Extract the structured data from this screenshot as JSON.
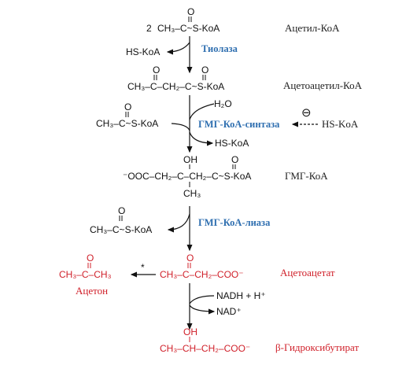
{
  "molecules": {
    "acetyl_coa": {
      "coef": "2",
      "formula": "CH₃–C~S-KoA",
      "carbonyl_o": "O",
      "label": "Ацетил-КоА"
    },
    "hs_coa_1": "HS-KoA",
    "enzyme_thiolase": "Тиолаза",
    "acetoacetyl_coa": {
      "formula": "CH₃–C–CH₂–C~S-KoA",
      "carbonyl_o": "O",
      "label": "Ацетоацетил-КоА"
    },
    "acetyl_coa_2": {
      "formula": "CH₃–C~S-KoA",
      "carbonyl_o": "O"
    },
    "water": "H₂O",
    "enzyme_hmg_synthase": "ГМГ-КоА-синтаза",
    "inhibitor_sign": "⊖",
    "inhibitor": "HS-KoA",
    "hs_coa_2": "HS-KoA",
    "hmg_coa": {
      "formula": "⁻OOC–CH₂–C–CH₂–C~S-KoA",
      "hydroxyl": "OH",
      "methyl": "CH₃",
      "carbonyl_o": "O",
      "label": "ГМГ-КоА"
    },
    "acetyl_coa_3": {
      "formula": "CH₃–C~S-KoA",
      "carbonyl_o": "O"
    },
    "enzyme_hmg_lyase": "ГМГ-КоА-лиаза",
    "acetoacetate": {
      "formula": "CH₃–C–CH₂–COO⁻",
      "carbonyl_o": "O",
      "label": "Ацетоацетат"
    },
    "acetone": {
      "formula": "CH₃–C–CH₃",
      "carbonyl_o": "O",
      "label": "Ацетон"
    },
    "star": "*",
    "nadh": "NADH + H⁺",
    "nad": "NAD⁺",
    "hydroxybutyrate": {
      "formula": "CH₃–CH–CH₂–COO⁻",
      "hydroxyl": "OH",
      "label": "β-Гидроксибутират"
    }
  },
  "colors": {
    "black": "#111111",
    "enzyme_blue": "#2f6fb0",
    "ketone_red": "#d0202a"
  }
}
